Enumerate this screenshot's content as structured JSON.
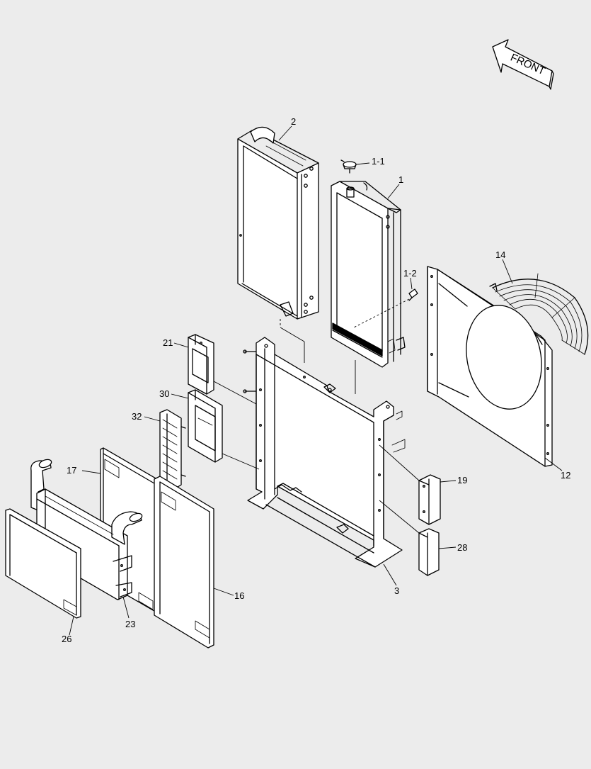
{
  "diagram": {
    "front_label": "FRONT",
    "callouts": {
      "c1": "1",
      "c1_1": "1-1",
      "c1_2": "1-2",
      "c2": "2",
      "c3": "3",
      "c12": "12",
      "c14": "14",
      "c16": "16",
      "c17": "17",
      "c19": "19",
      "c21": "21",
      "c23": "23",
      "c26": "26",
      "c28": "28",
      "c30": "30",
      "c32": "32"
    }
  }
}
